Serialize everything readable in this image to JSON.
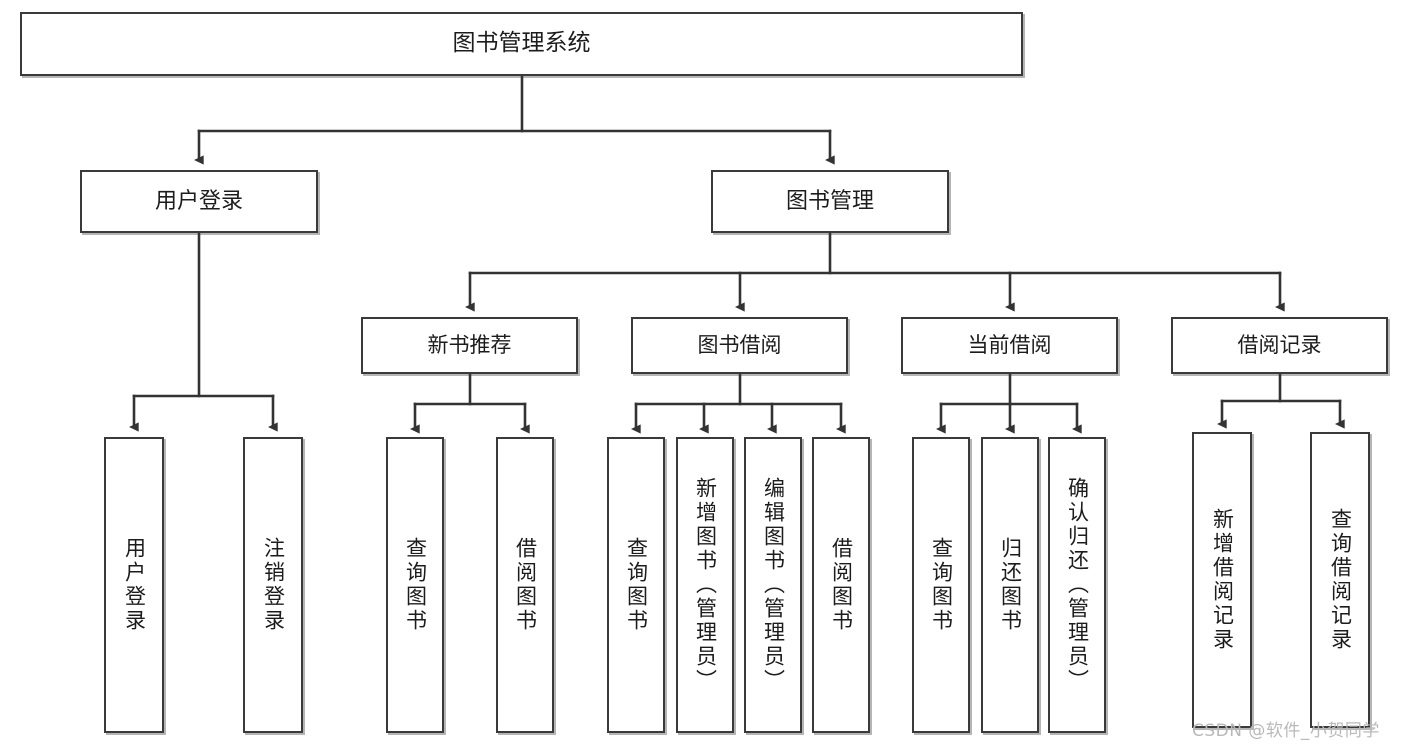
{
  "diagram": {
    "type": "tree",
    "title": "图书管理系统",
    "watermark": "CSDN @软件_小贺同学",
    "colors": {
      "box_border": "#3a3a3a",
      "box_fill": "#ffffff",
      "connector": "#333333",
      "text": "#1c1c1c",
      "watermark": "#b9b9b9",
      "background": "#ffffff"
    },
    "root": {
      "label": "图书管理系统"
    },
    "level1": [
      {
        "label": "用户登录"
      },
      {
        "label": "图书管理"
      }
    ],
    "level2": [
      {
        "label": "新书推荐"
      },
      {
        "label": "图书借阅"
      },
      {
        "label": "当前借阅"
      },
      {
        "label": "借阅记录"
      }
    ],
    "leaves": {
      "user_login": [
        {
          "label": "用户登录"
        },
        {
          "label": "注销登录"
        }
      ],
      "new_book_recommend": [
        {
          "label": "查询图书"
        },
        {
          "label": "借阅图书"
        }
      ],
      "book_borrow": [
        {
          "label": "查询图书"
        },
        {
          "label": "新增图书（管理员）"
        },
        {
          "label": "编辑图书（管理员）"
        },
        {
          "label": "借阅图书"
        }
      ],
      "current_borrow": [
        {
          "label": "查询图书"
        },
        {
          "label": "归还图书"
        },
        {
          "label": "确认归还（管理员）"
        }
      ],
      "borrow_record": [
        {
          "label": "新增借阅记录"
        },
        {
          "label": "查询借阅记录"
        }
      ]
    }
  }
}
